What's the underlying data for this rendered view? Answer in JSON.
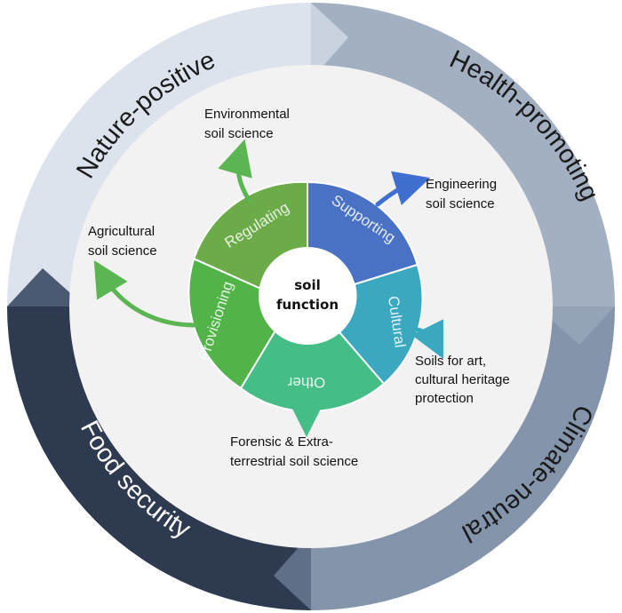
{
  "outer_ring": {
    "nature": "Nature-positive",
    "health": "Health-promoting",
    "climate": "Climate-neutral",
    "food": "Food security"
  },
  "center": {
    "line1": "soil",
    "line2": "function"
  },
  "functions": {
    "regulating": "Regulating",
    "supporting": "Supporting",
    "cultural": "Cultural",
    "other": "Other",
    "provisioning": "Provisioning"
  },
  "labels": {
    "environmental": [
      "Environmental",
      "soil science"
    ],
    "engineering": [
      "Engineering",
      "soil science"
    ],
    "agricultural": [
      "Agricultural",
      "soil science"
    ],
    "art": [
      "Soils for art,",
      "cultural heritage",
      "protection"
    ],
    "forensic": [
      "Forensic & Extra-",
      "terrestrial soil science"
    ]
  },
  "colors": {
    "ring_light": "#dde3ec",
    "ring_mid": "#a3b0c2",
    "ring_steel": "#8494ab",
    "ring_dark": "#2d3a4f",
    "regulating": "#6bab48",
    "supporting": "#4a72c4",
    "cultural": "#3aa9c0",
    "other": "#45bd86",
    "provisioning": "#52b348",
    "arrow_green": "#5bb552",
    "arrow_blue": "#3f6fd0",
    "arrow_teal": "#3aa9c0",
    "arrow_other": "#45bd86"
  }
}
